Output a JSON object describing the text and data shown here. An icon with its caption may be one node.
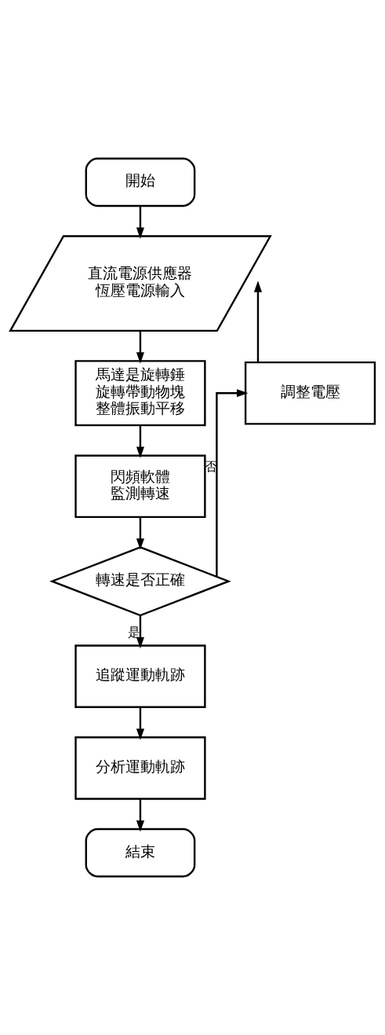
{
  "diagram": {
    "nodes": [
      {
        "text": [
          "開始"
        ]
      },
      {
        "text": [
          "直流電源供應器恆壓電源輸入"
        ]
      },
      {
        "text": [
          "馬達是旋轉錘旋轉帶動物塊整體振動平移"
        ]
      },
      {
        "text": [
          "閃頻軟體監測轉速"
        ]
      },
      {
        "text": [
          "轉速是否正確"
        ]
      },
      {
        "text": [
          "調整電壓"
        ]
      },
      {
        "text": [
          "追蹤運動軌跡"
        ]
      },
      {
        "text": [
          "分析運動軌跡"
        ]
      },
      {
        "text": [
          "結束"
        ]
      }
    ],
    "edges": [
      {
        "from": 0,
        "to": 1,
        "arrow": "to"
      },
      {
        "from": 1,
        "to": 2,
        "arrow": "to"
      },
      {
        "from": 2,
        "to": 3,
        "arrow": "to"
      },
      {
        "from": 3,
        "to": 4,
        "arrow": "to"
      },
      {
        "from": 4,
        "to": 5,
        "arrow": "to",
        "label": "否"
      },
      {
        "from": 5,
        "to": 1,
        "arrow": "to"
      },
      {
        "from": 4,
        "to": 6,
        "arrow": "to",
        "label": "是"
      },
      {
        "from": 6,
        "to": 7,
        "arrow": "to"
      },
      {
        "from": 7,
        "to": 8,
        "arrow": "to"
      }
    ]
  }
}
